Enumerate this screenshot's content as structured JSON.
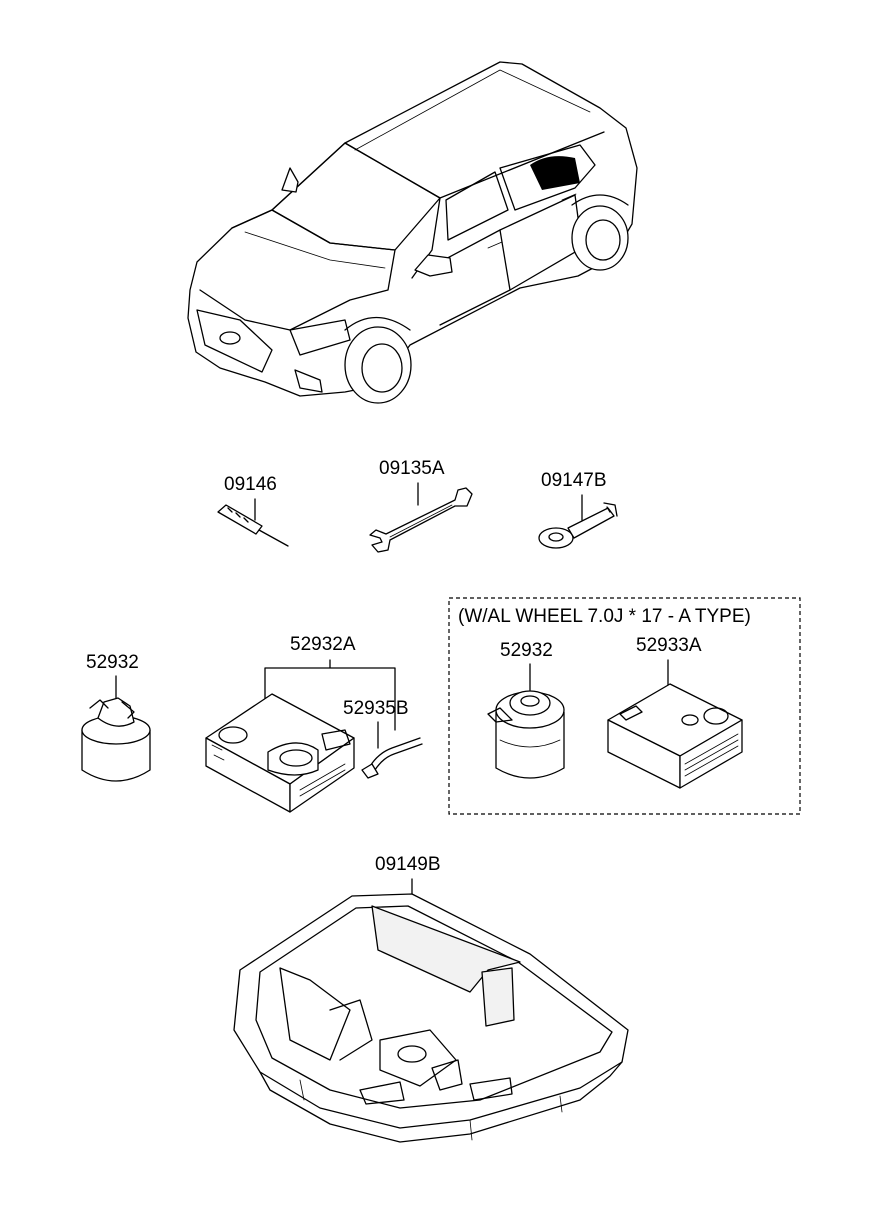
{
  "labels": {
    "screwdriver": "09146",
    "wrench": "09135A",
    "towing_hook": "09147B",
    "sealant_left": "52932",
    "compressor_kit": "52932A",
    "hose": "52935B",
    "option_box_title": "(W/AL WHEEL 7.0J * 17 - A TYPE)",
    "sealant_option": "52932",
    "compressor_option": "52933A",
    "tray": "09149B"
  }
}
